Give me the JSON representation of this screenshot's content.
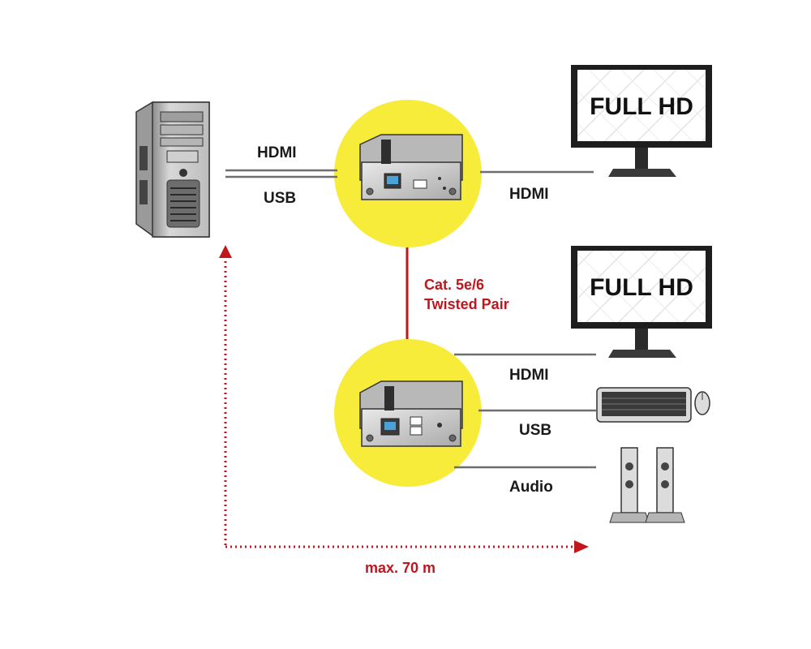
{
  "connections": {
    "tx_input_hdmi": "HDMI",
    "tx_input_usb": "USB",
    "tx_output_hdmi": "HDMI",
    "rx_output_hdmi": "HDMI",
    "rx_output_usb": "USB",
    "rx_output_audio": "Audio"
  },
  "cable": {
    "line1": "Cat. 5e/6",
    "line2": "Twisted Pair"
  },
  "distance": "max. 70 m",
  "monitors": {
    "top_screen_text": "FULL HD",
    "bottom_screen_text": "FULL HD"
  },
  "colors": {
    "highlight_circle": "#f7ec3a",
    "cable_red": "#c0161d",
    "line_gray": "#6e6e6e",
    "device_silver": "#c8c8c8",
    "background": "#ffffff"
  }
}
